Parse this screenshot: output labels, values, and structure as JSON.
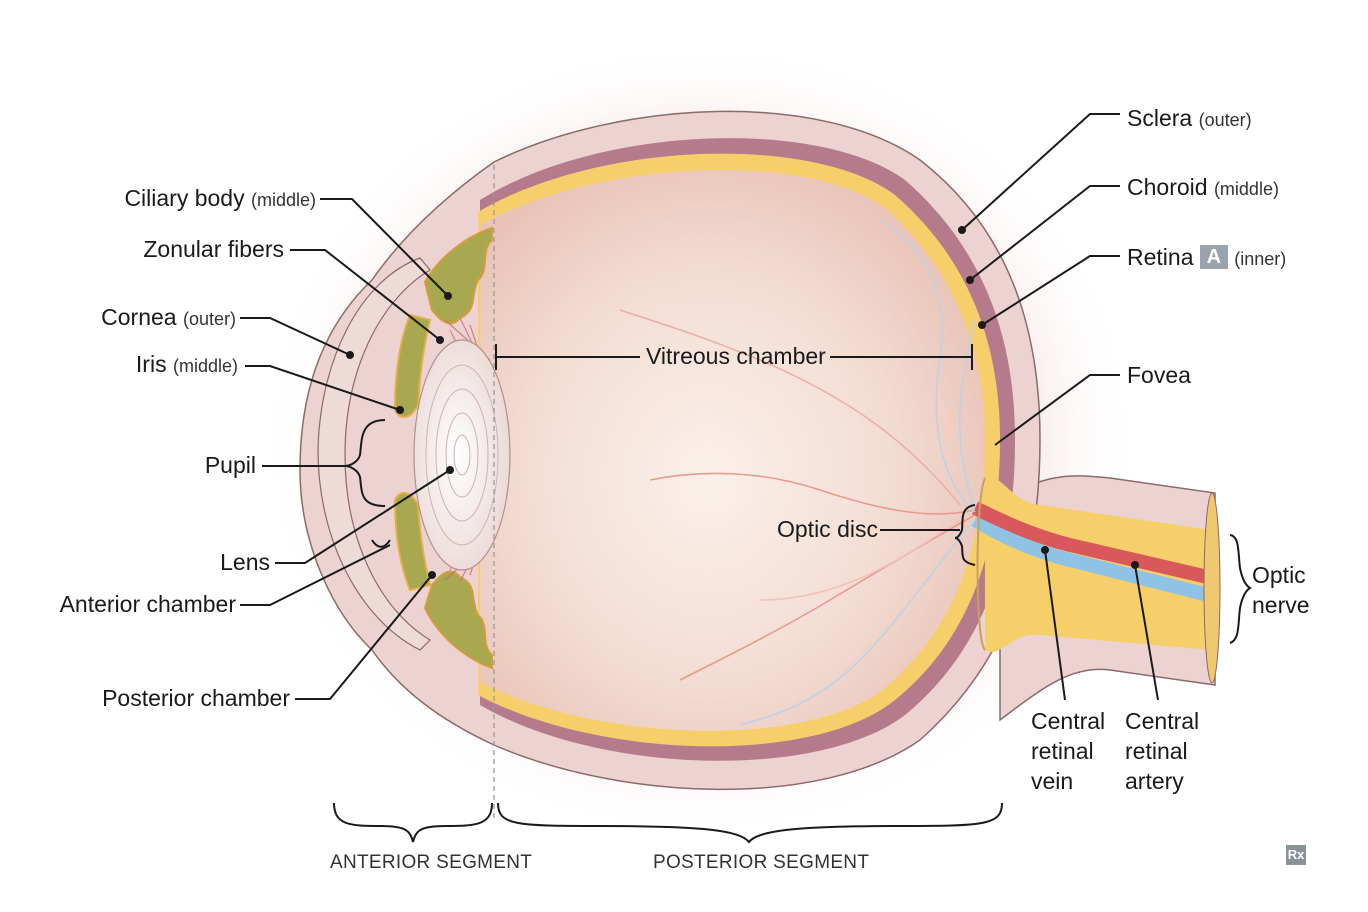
{
  "labels": {
    "ciliary_body": "Ciliary body",
    "ciliary_body_sub": "(middle)",
    "zonular_fibers": "Zonular fibers",
    "cornea": "Cornea",
    "cornea_sub": "(outer)",
    "iris": "Iris",
    "iris_sub": "(middle)",
    "pupil": "Pupil",
    "lens": "Lens",
    "anterior_chamber": "Anterior chamber",
    "posterior_chamber": "Posterior chamber",
    "vitreous_chamber": "Vitreous chamber",
    "sclera": "Sclera",
    "sclera_sub": "(outer)",
    "choroid": "Choroid",
    "choroid_sub": "(middle)",
    "retina": "Retina",
    "retina_badge": "A",
    "retina_sub": "(inner)",
    "fovea": "Fovea",
    "optic_disc": "Optic disc",
    "optic_nerve": "Optic nerve",
    "central_retinal_vein": "Central retinal vein",
    "central_retinal_artery": "Central retinal artery"
  },
  "segments": {
    "anterior": "ANTERIOR SEGMENT",
    "posterior": "POSTERIOR SEGMENT"
  },
  "logo_text": "Rx",
  "colors": {
    "sclera": "#e9c9c9",
    "choroid": "#b9778a",
    "retina": "#f7cf6a",
    "vitreous": "#f2ddd3",
    "ciliary": "#9aa04a",
    "artery": "#d9585c",
    "vein": "#8ec3e6",
    "leader": "#1a1a1a"
  }
}
